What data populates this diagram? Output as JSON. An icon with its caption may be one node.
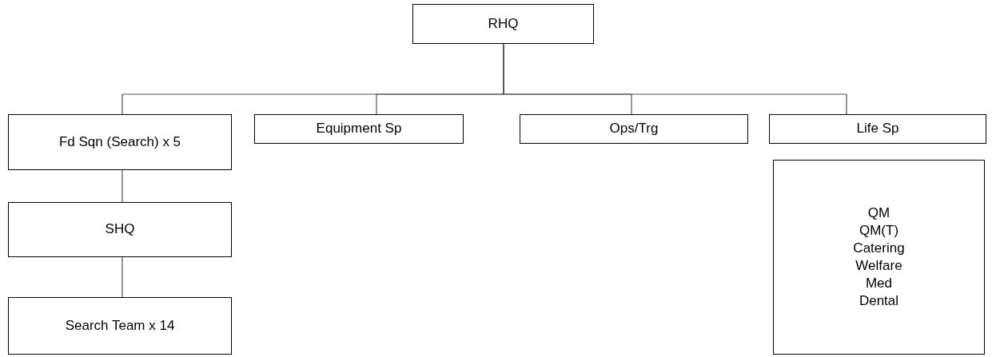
{
  "diagram": {
    "nodes": [
      {
        "text": [
          "RHQ"
        ]
      },
      {
        "text": [
          "Fd Sqn (Search) x 5"
        ]
      },
      {
        "text": [
          "Equipment Sp"
        ]
      },
      {
        "text": [
          "Ops/Trg"
        ]
      },
      {
        "text": [
          "Life Sp"
        ]
      },
      {
        "text": [
          "SHQ"
        ]
      },
      {
        "text": [
          "QM",
          "QM(T)",
          "Catering",
          "Welfare",
          "Med",
          "Dental"
        ]
      },
      {
        "text": [
          "Search Team x 14"
        ]
      }
    ],
    "edges": [
      {
        "from": 0,
        "to": 1,
        "arrow": "none"
      },
      {
        "from": 0,
        "to": 2,
        "arrow": "none"
      },
      {
        "from": 0,
        "to": 3,
        "arrow": "none"
      },
      {
        "from": 0,
        "to": 4,
        "arrow": "none"
      },
      {
        "from": 1,
        "to": 5,
        "arrow": "none"
      },
      {
        "from": 5,
        "to": 7,
        "arrow": "none"
      }
    ]
  }
}
